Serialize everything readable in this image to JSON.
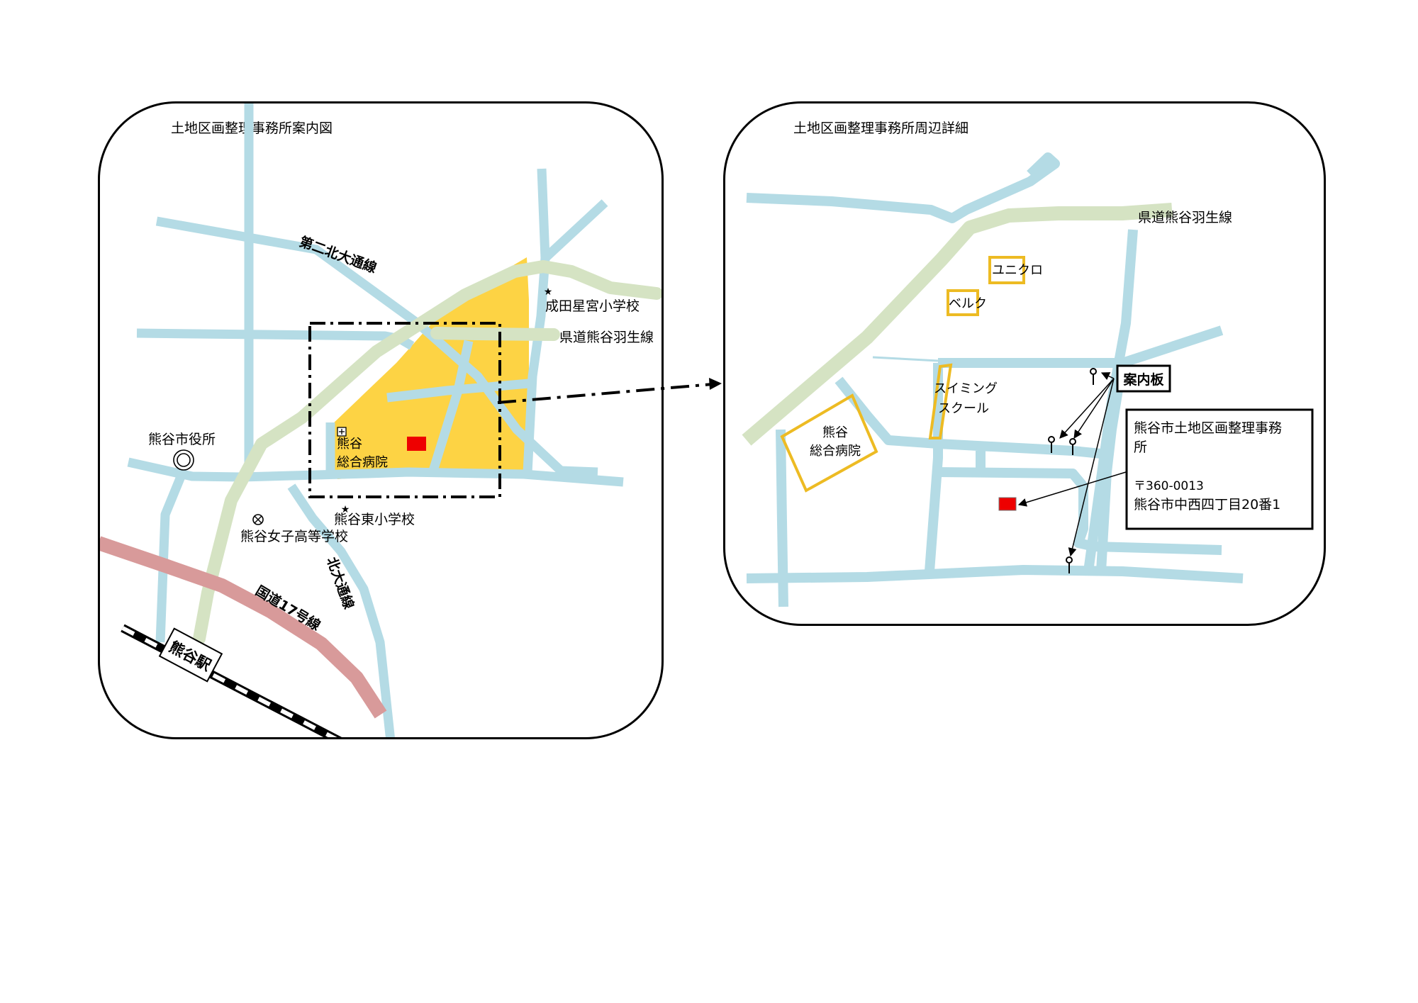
{
  "overview": {
    "title": "土地区画整理事務所案内図",
    "labels": {
      "road_dai2": "第二北大通線",
      "school_narita": "成田星宮小学校",
      "road_kendo": "県道熊谷羽生線",
      "city_hall": "熊谷市役所",
      "hospital_1": "熊谷",
      "hospital_2": "総合病院",
      "school_higashi": "熊谷東小学校",
      "school_girls": "熊谷女子高等学校",
      "road_kitaodori": "北大通線",
      "route17": "国道17号線",
      "station": "熊谷駅"
    }
  },
  "detail": {
    "title": "土地区画整理事務所周辺詳細",
    "labels": {
      "road_kendo": "県道熊谷羽生線",
      "uniqlo": "ユニクロ",
      "belc": "ベルク",
      "swim_1": "スイミング",
      "swim_2": "スクール",
      "hospital_1": "熊谷",
      "hospital_2": "総合病院",
      "signboard": "案内板"
    },
    "office": {
      "name_1": "熊谷市土地区画整理事務",
      "name_2": "所",
      "postal": "〒360-0013",
      "address": "熊谷市中西四丁目20番1"
    }
  },
  "colors": {
    "road": "#b4dbe5",
    "prefectural_road": "#d5e3c3",
    "national_route": "#d89a9a",
    "district_area": "#fdd344",
    "building_outline": "#edbb23",
    "office_marker": "#ee0000"
  }
}
